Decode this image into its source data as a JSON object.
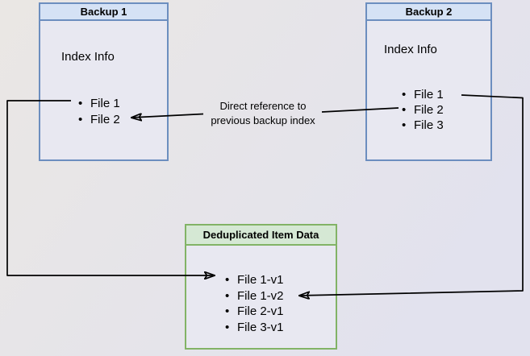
{
  "boxes": {
    "backup1": {
      "title": "Backup 1",
      "subtitle": "Index Info",
      "files": [
        "File 1",
        "File 2"
      ]
    },
    "backup2": {
      "title": "Backup 2",
      "subtitle": "Index Info",
      "files": [
        "File 1",
        "File 2",
        "File 3"
      ]
    },
    "dedup": {
      "title": "Deduplicated Item Data",
      "files": [
        "File 1-v1",
        "File 1-v2",
        "File 2-v1",
        "File 3-v1"
      ]
    }
  },
  "annotation": {
    "line1": "Direct reference to",
    "line2": "previous backup index"
  },
  "colors": {
    "bg_start": "#eae7e4",
    "bg_end": "#e2e2ee",
    "blue_fill": "#d5e2f5",
    "blue_border": "#6c8ebf",
    "green_fill": "#d5e8d4",
    "green_border": "#82b366",
    "box_body_fill": "#e8e8f1",
    "connector": "#000000",
    "text": "#000000"
  }
}
